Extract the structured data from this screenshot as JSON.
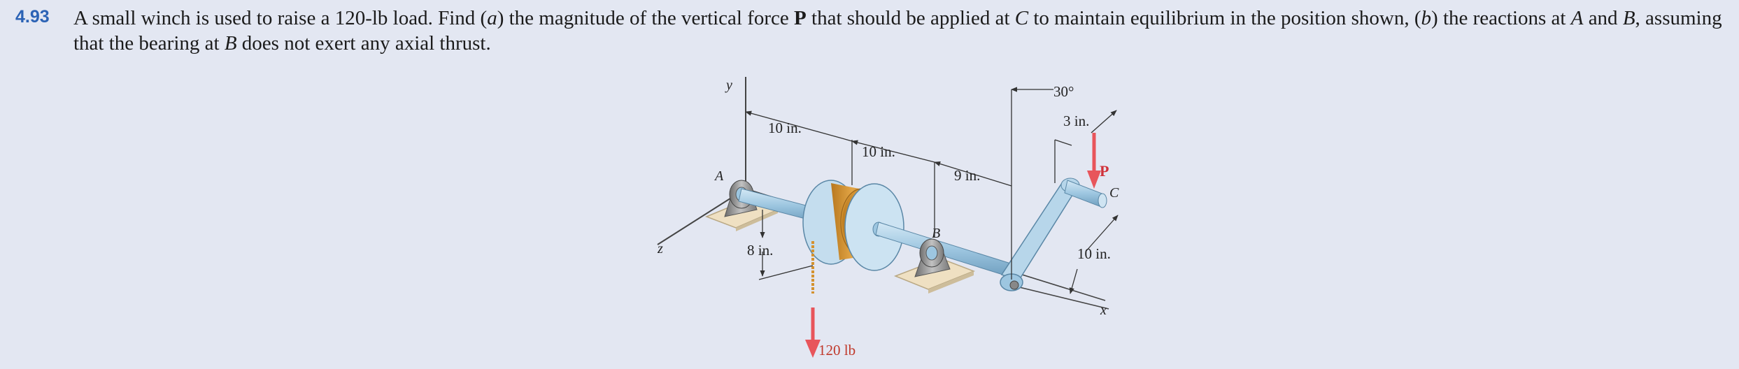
{
  "problem": {
    "number": "4.93",
    "seg1": "A small winch is used to raise a 120-lb load. Find (",
    "part_a": "a",
    "seg2": ") the magnitude of the vertical force ",
    "force": "P",
    "seg3": " that should be applied at ",
    "point_c": "C",
    "seg4": " to maintain equilibrium in the position shown, (",
    "part_b": "b",
    "seg5": ") the reactions at ",
    "point_a": "A",
    "seg6": " and ",
    "point_b": "B",
    "seg7": ", assuming that the bearing at ",
    "point_b2": "B",
    "seg8": " does not exert any axial thrust."
  },
  "figure": {
    "axis_y": "y",
    "axis_z": "z",
    "axis_x": "x",
    "point_a": "A",
    "point_b": "B",
    "point_c": "C",
    "force_p": "P",
    "dim_a_drum": "10 in.",
    "dim_drum_b": "10 in.",
    "dim_b_crank": "9 in.",
    "dim_angle": "30°",
    "dim_handle": "3 in.",
    "dim_drum_radius": "8 in.",
    "dim_crank": "10 in.",
    "load": "120 lb"
  },
  "colors": {
    "shaft": "#a9cde4",
    "drum_rope": "#d4922f",
    "base_plate": "#efe0c2",
    "force_arrow": "#e8555b",
    "problem_number": "#2c63b5"
  }
}
